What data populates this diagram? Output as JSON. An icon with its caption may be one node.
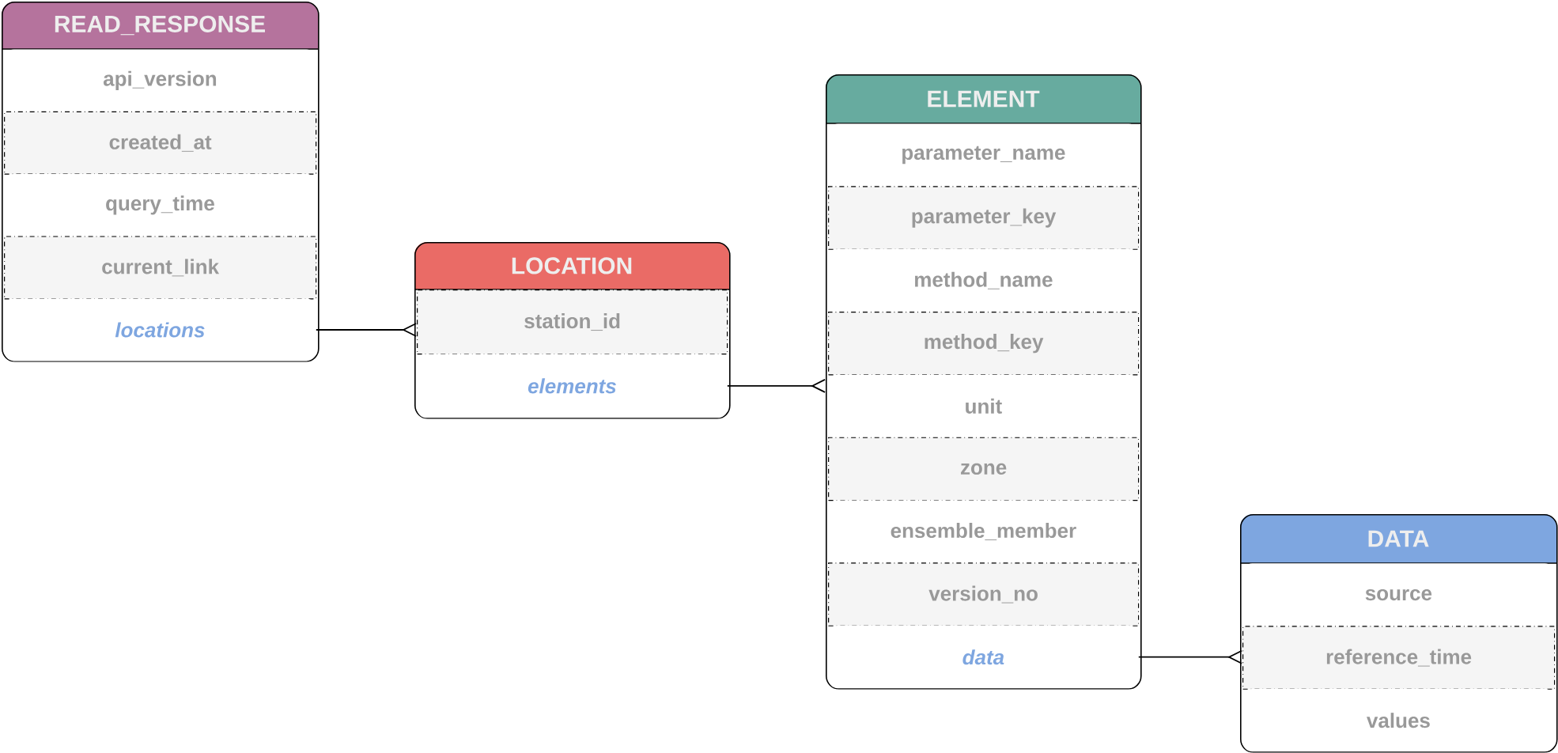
{
  "diagram": {
    "nodes": [
      {
        "text": [
          "READ_RESPONSE"
        ]
      },
      {
        "text": [
          "api_version"
        ],
        "in": 0
      },
      {
        "text": [
          "created_at"
        ],
        "in": 0
      },
      {
        "text": [
          "query_time"
        ],
        "in": 0
      },
      {
        "text": [
          "current_link"
        ],
        "in": 0
      },
      {
        "text": [
          "locations"
        ],
        "in": 0
      },
      {
        "text": [
          "LOCATION"
        ]
      },
      {
        "text": [
          "station_id"
        ],
        "in": 6
      },
      {
        "text": [
          "elements"
        ],
        "in": 6
      },
      {
        "text": [
          "ELEMENT"
        ]
      },
      {
        "text": [
          "parameter_name"
        ],
        "in": 9
      },
      {
        "text": [
          "parameter_key"
        ],
        "in": 9
      },
      {
        "text": [
          "method_name"
        ],
        "in": 9
      },
      {
        "text": [
          "method_key"
        ],
        "in": 9
      },
      {
        "text": [
          "unit"
        ],
        "in": 9
      },
      {
        "text": [
          "zone"
        ],
        "in": 9
      },
      {
        "text": [
          "ensemble_member"
        ],
        "in": 9
      },
      {
        "text": [
          "version_no"
        ],
        "in": 9
      },
      {
        "text": [
          "data"
        ],
        "in": 9
      },
      {
        "text": [
          "DATA"
        ]
      },
      {
        "text": [
          "source"
        ],
        "in": 19
      },
      {
        "text": [
          "reference_time"
        ],
        "in": 19
      },
      {
        "text": [
          "values"
        ],
        "in": 19
      }
    ],
    "edges": [
      {
        "from": 5,
        "to": 7,
        "arrow": "other"
      },
      {
        "from": 8,
        "to": 9,
        "arrow": "other"
      },
      {
        "from": 18,
        "to": 21,
        "arrow": "other"
      }
    ]
  }
}
